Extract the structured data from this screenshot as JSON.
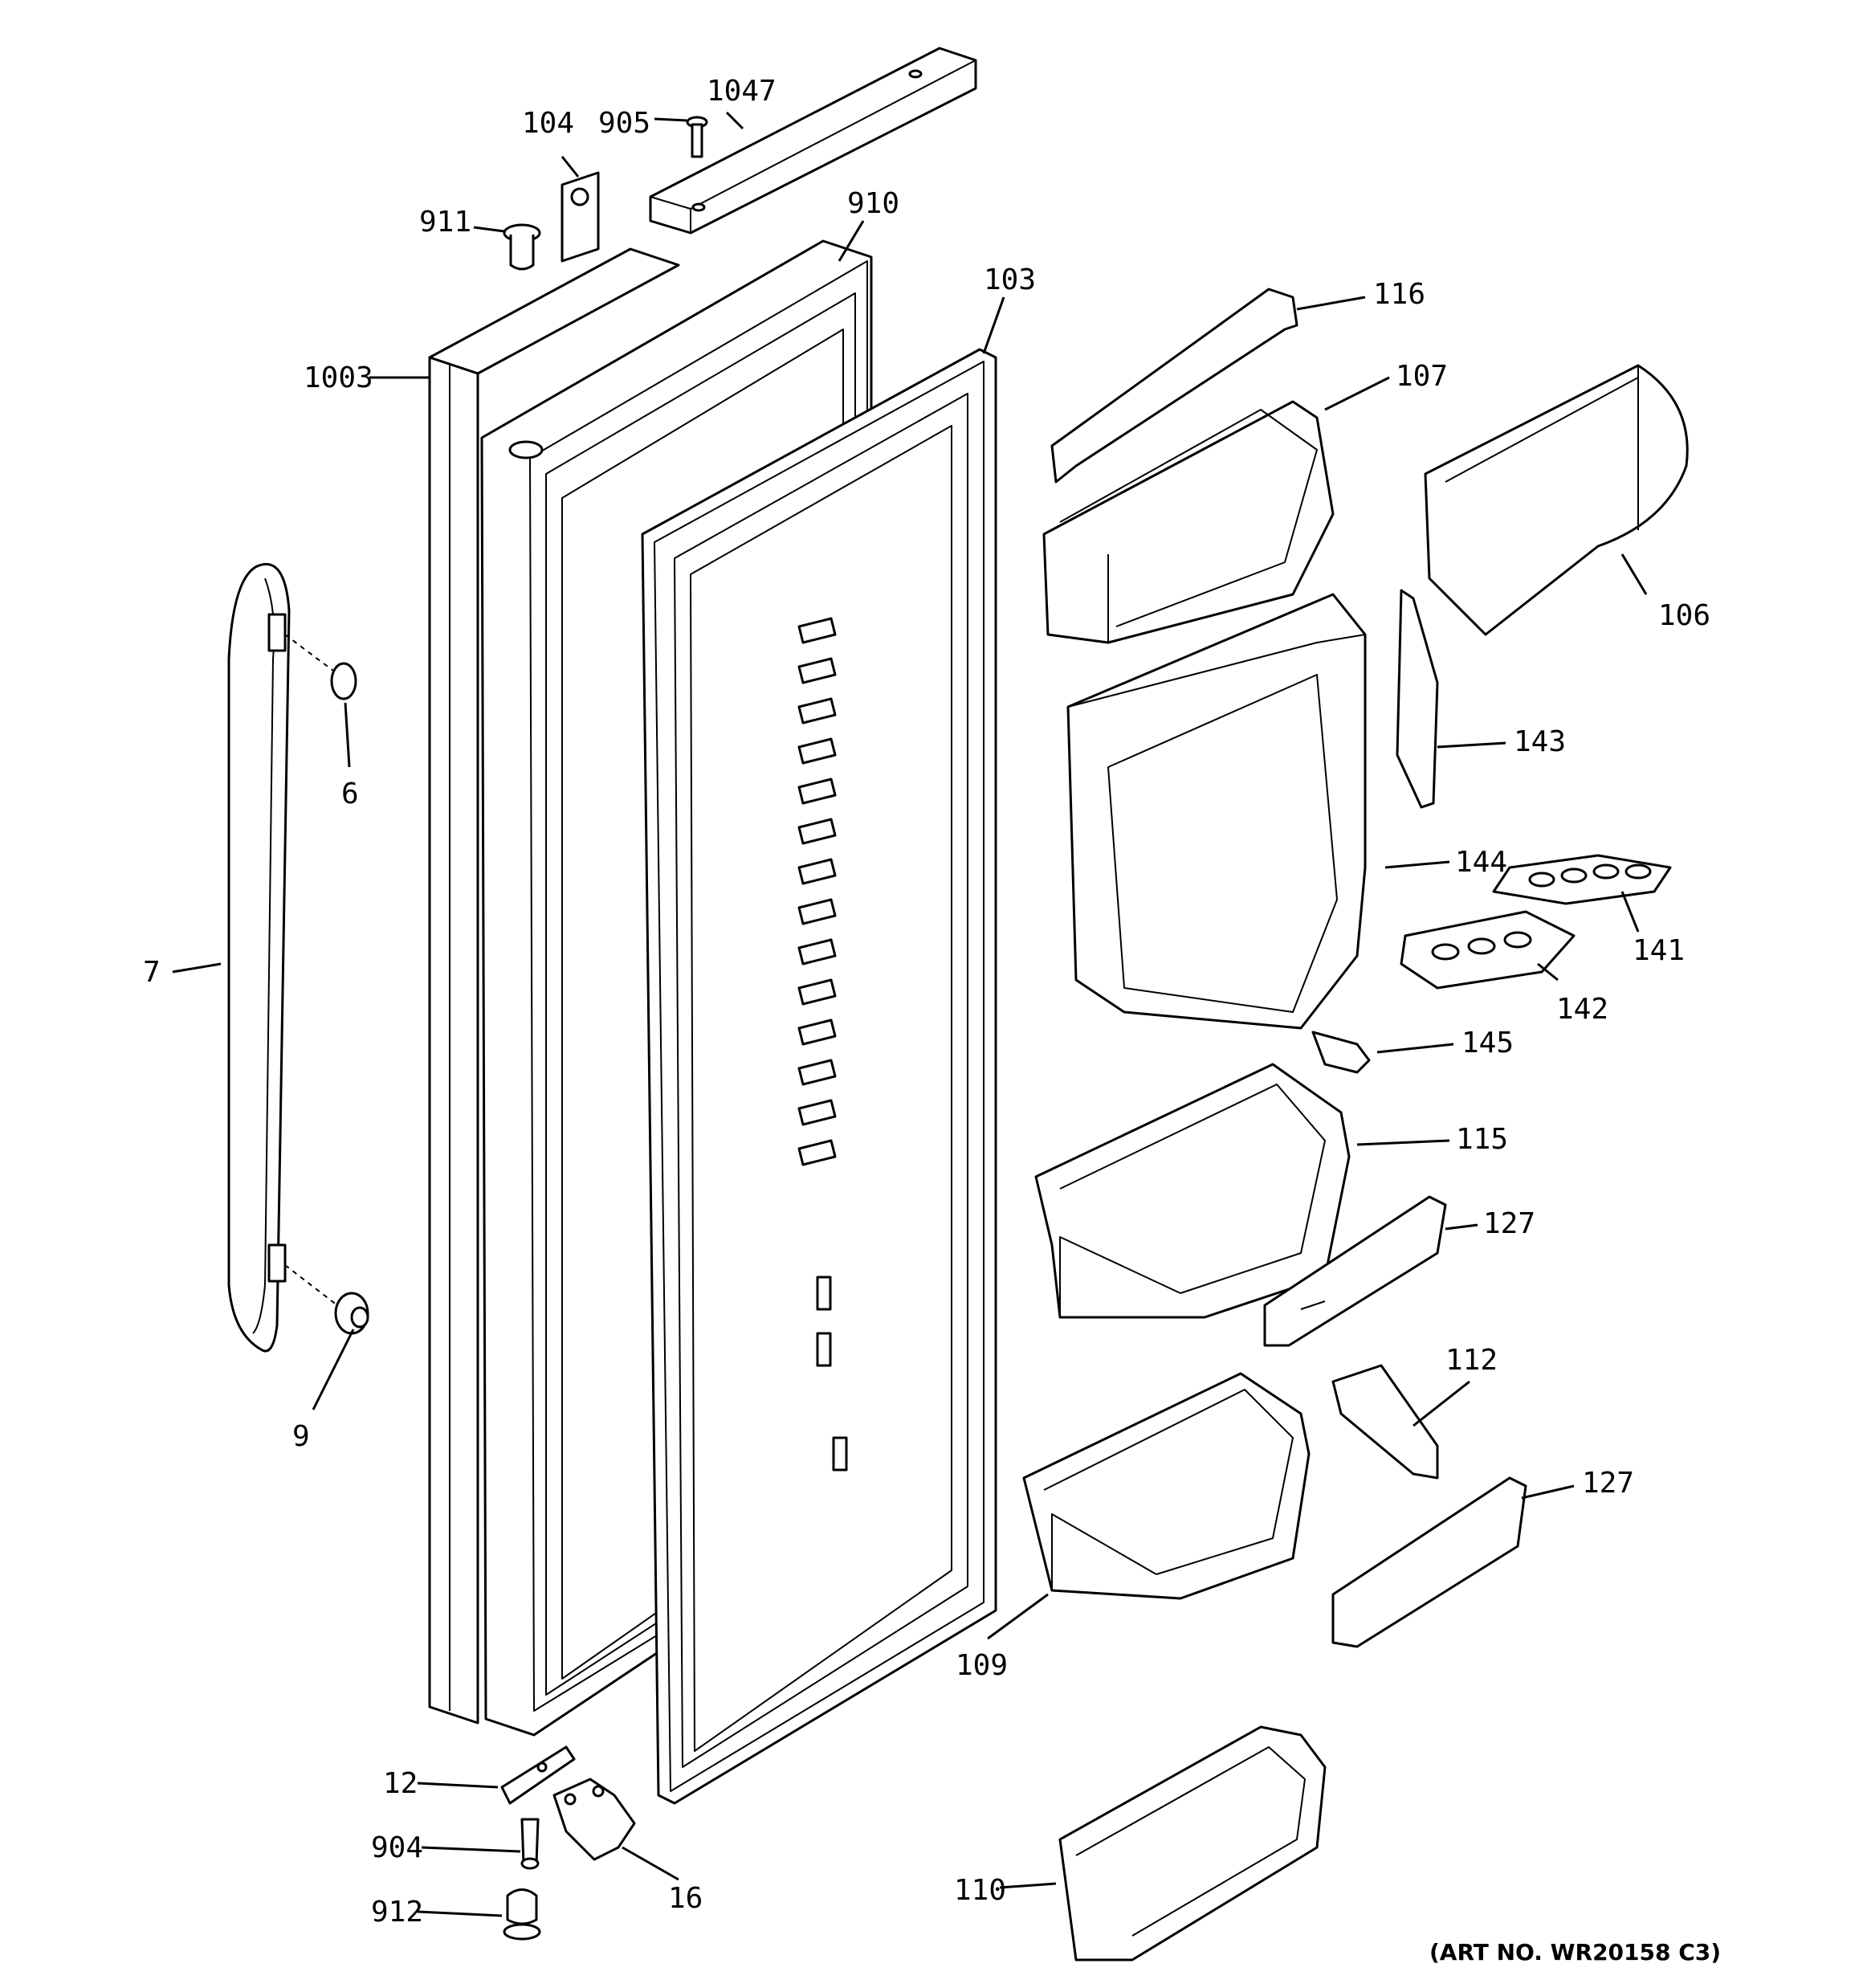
{
  "art_number": "(ART NO. WR20158 C3)",
  "callouts": {
    "p1047": "1047",
    "p104": "104",
    "p905": "905",
    "p911": "911",
    "p910": "910",
    "p103": "103",
    "p1003": "1003",
    "p116": "116",
    "p107": "107",
    "p106": "106",
    "p143": "143",
    "p144": "144",
    "p141": "141",
    "p142": "142",
    "p145": "145",
    "p115": "115",
    "p127a": "127",
    "p112": "112",
    "p127b": "127",
    "p109": "109",
    "p110": "110",
    "p6": "6",
    "p7": "7",
    "p9": "9",
    "p12": "12",
    "p904": "904",
    "p16": "16",
    "p912": "912"
  }
}
